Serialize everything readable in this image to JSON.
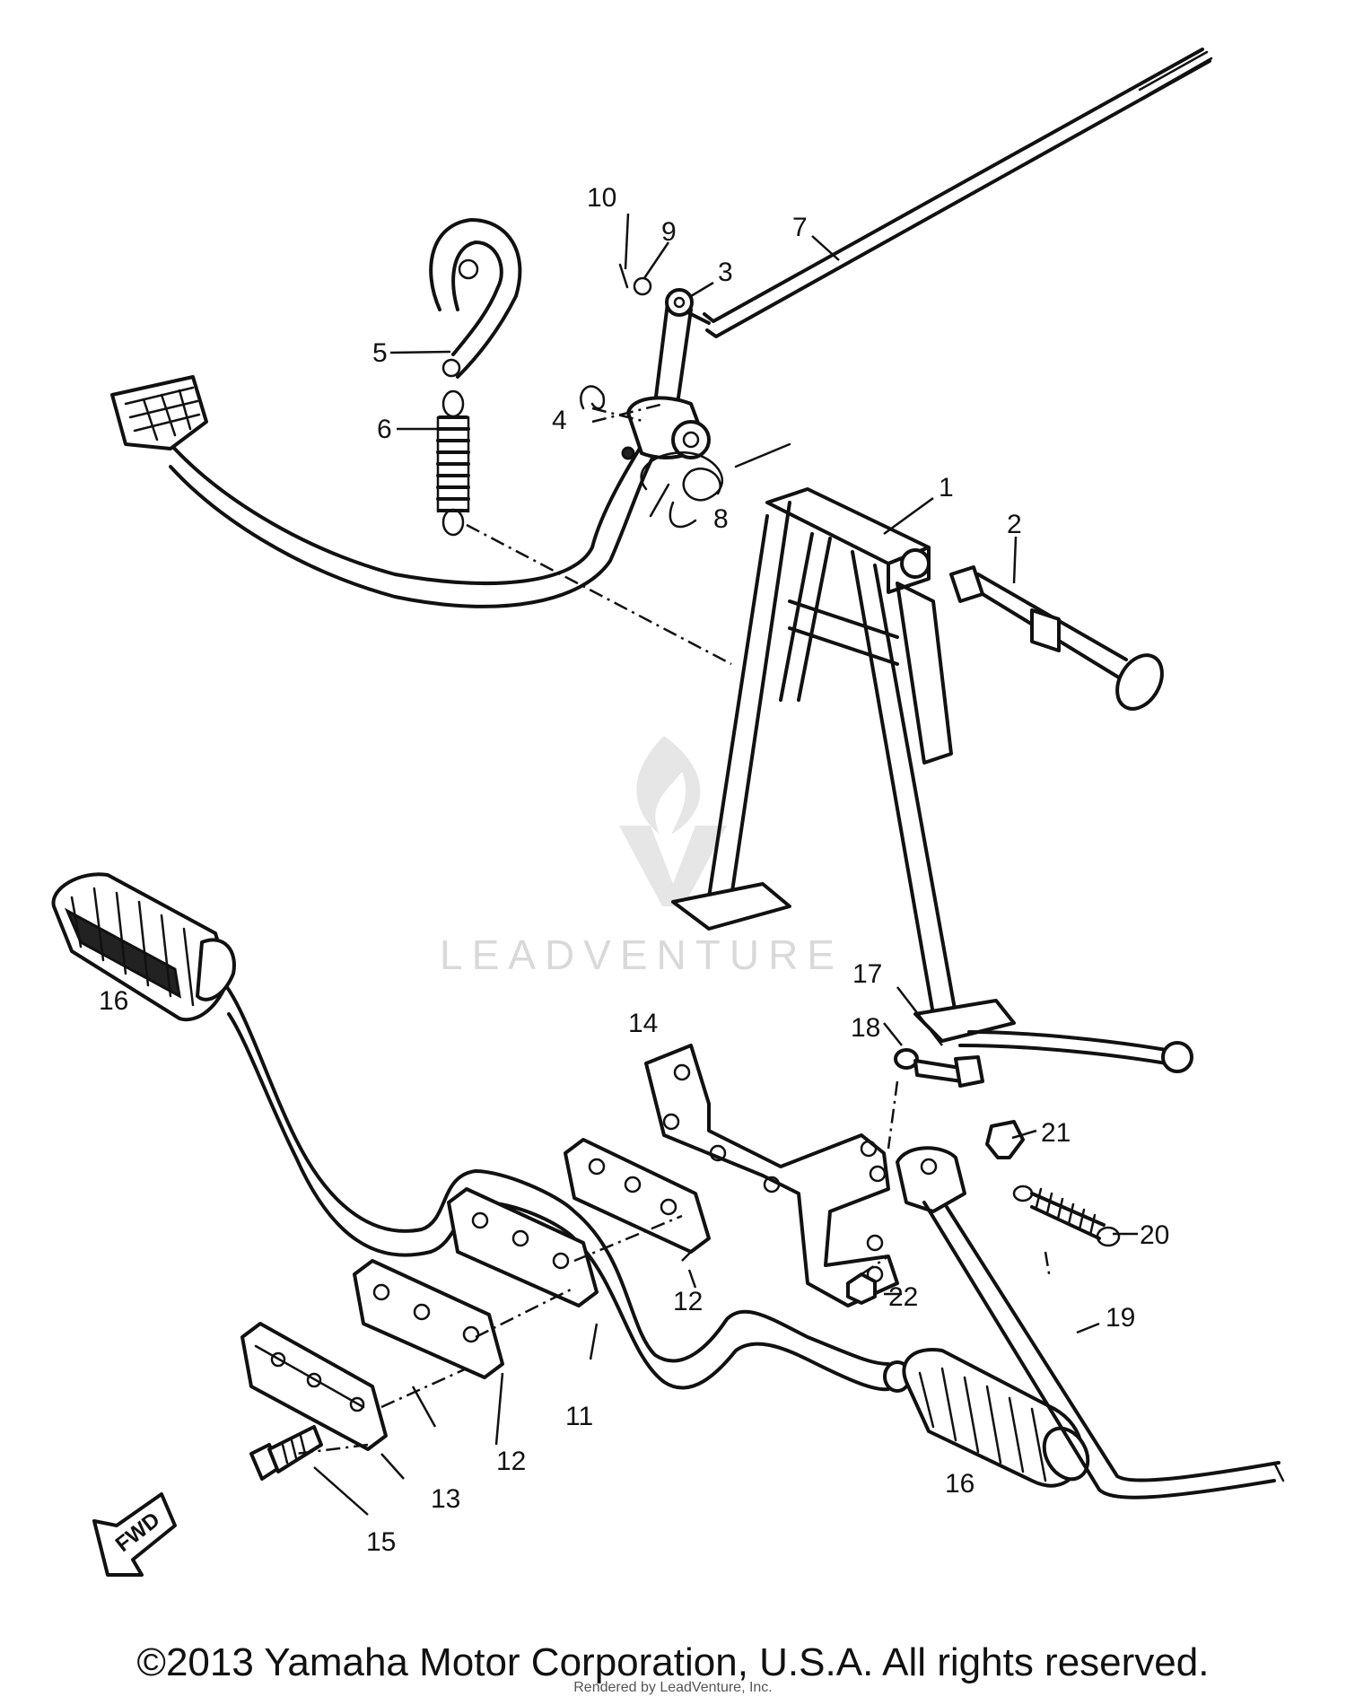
{
  "callouts": {
    "c1": "1",
    "c2": "2",
    "c3": "3",
    "c4": "4",
    "c5": "5",
    "c6": "6",
    "c7": "7",
    "c8": "8",
    "c9": "9",
    "c10": "10",
    "c11": "11",
    "c12a": "12",
    "c12b": "12",
    "c13": "13",
    "c14": "14",
    "c15": "15",
    "c16a": "16",
    "c16b": "16",
    "c17": "17",
    "c18": "18",
    "c19": "19",
    "c20": "20",
    "c21": "21",
    "c22": "22"
  },
  "fwd_label": "FWD",
  "watermark": "LEADVENTURE",
  "copyright": "©2013 Yamaha Motor Corporation, U.S.A. All rights reserved.",
  "rendered_by": "Rendered by LeadVenture, Inc."
}
